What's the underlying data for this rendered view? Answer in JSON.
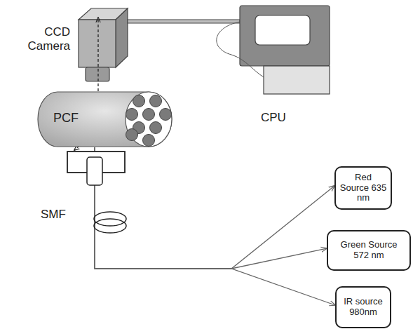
{
  "diagram": {
    "nodes": [
      {
        "text": [
          "CCD Camera"
        ]
      },
      {
        "text": [
          "CPU"
        ]
      },
      {
        "text": [
          "PCF"
        ]
      },
      {
        "text": [
          "Red Source 635 nm"
        ]
      },
      {
        "text": [
          "Green Source 572 nm"
        ]
      },
      {
        "text": [
          "IR source 980nm"
        ]
      }
    ],
    "edges": [
      {
        "from": 0,
        "to": 1,
        "arrow": "none"
      },
      {
        "from": 2,
        "to": 3,
        "arrow": "to"
      },
      {
        "from": 2,
        "to": 4,
        "arrow": "to"
      },
      {
        "from": 2,
        "to": 5,
        "arrow": "to"
      }
    ],
    "labels": [
      "SMF"
    ]
  }
}
